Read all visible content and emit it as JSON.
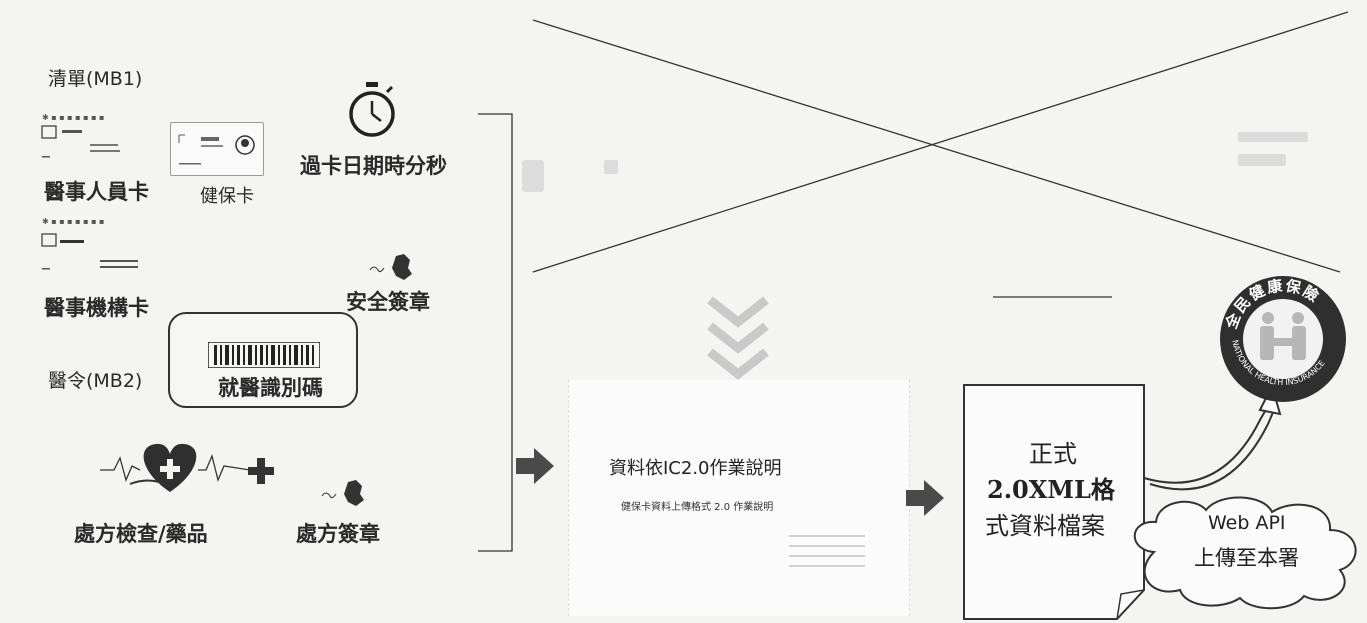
{
  "left_panel": {
    "mb1_label": "清單(MB1)",
    "medical_staff_card": "醫事人員卡",
    "nhi_card": "健保卡",
    "card_time": "過卡日期時分秒",
    "institution_card": "醫事機構卡",
    "security_seal": "安全簽章",
    "mb2_label": "醫令(MB2)",
    "visit_id": "就醫識別碼",
    "prescription_check": "處方檢查/藥品",
    "prescription_seal": "處方簽章"
  },
  "flow": {
    "doc_title": "資料依IC2.0作業說明",
    "doc_subtitle": "健保卡資料上傳格式 2.0 作業說明",
    "xml_file_line1": "正式",
    "xml_file_line2": "2.0XML格",
    "xml_file_line3": "式資料檔案",
    "cloud_line1": "Web API",
    "cloud_line2": "上傳至本署"
  },
  "nhi_logo": {
    "chinese": "全民健康保險",
    "english": "NATIONAL HEALTH INSURANCE"
  },
  "colors": {
    "arrow": "#4a4a4a",
    "line": "#333333",
    "background": "#f4f4f3"
  }
}
